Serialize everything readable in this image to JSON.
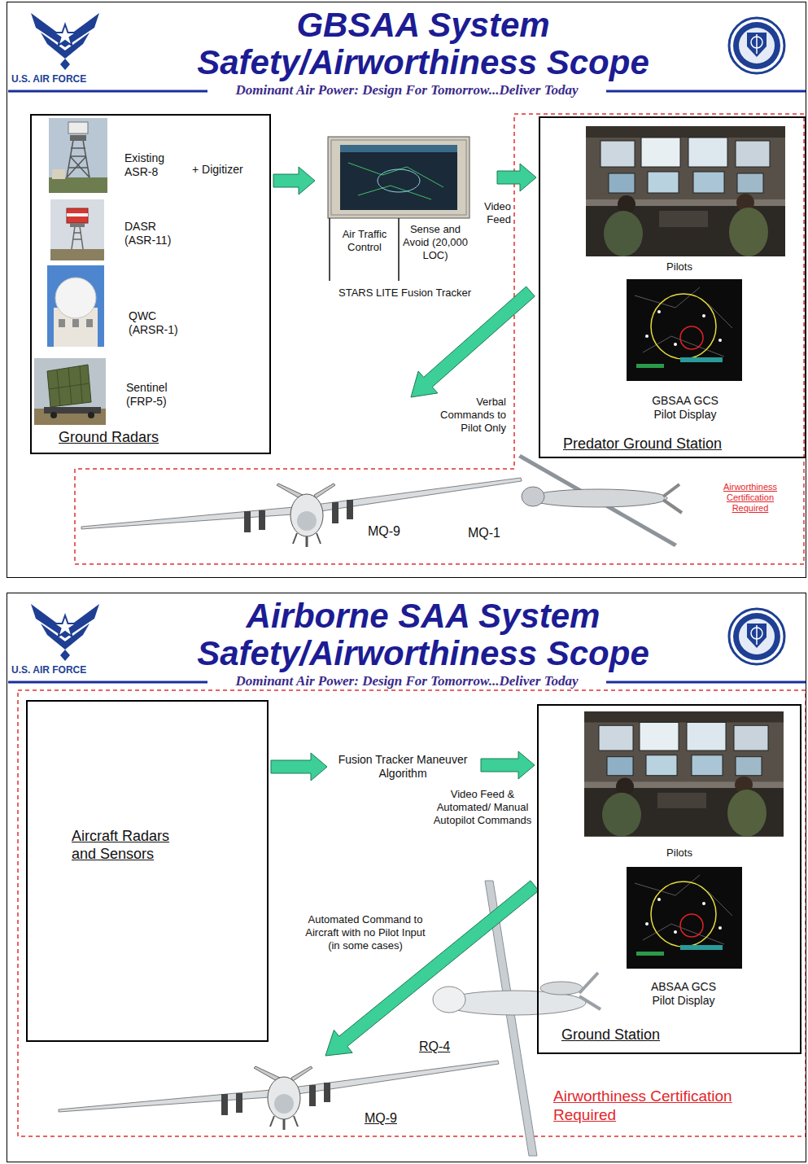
{
  "diagram": {
    "nodes": [
      {
        "text": [
          "GBSAA System Safety/Airworthiness Scope",
          "Dominant Air Power: Design For Tomorrow...Deliver Today"
        ]
      },
      {
        "text": [
          "Existing ASR-8",
          "+ Digitizer",
          "DASR (ASR-11)",
          "QWC (ARSR-1)",
          "Sentinel (FRP-5)",
          "Ground Radars"
        ],
        "in": 0
      },
      {
        "text": [
          "Air Traffic Control",
          "Sense and Avoid (20,000 LOC)",
          "STARS LITE Fusion Tracker"
        ],
        "in": 0
      },
      {
        "text": [
          "Pilots",
          "GBSAA GCS Pilot Display",
          "Predator Ground Station"
        ],
        "in": 0
      },
      {
        "text": [
          "Airborne SAA System Safety/Airworthiness Scope",
          "Dominant Air Power: Design For Tomorrow...Deliver Today"
        ]
      },
      {
        "text": [
          "Aircraft Radars and Sensors"
        ],
        "in": 4
      },
      {
        "text": [
          "Fusion Tracker Maneuver Algorithm"
        ],
        "in": 4
      },
      {
        "text": [
          "Pilots",
          "ABSAA GCS Pilot Display",
          "Ground Station"
        ],
        "in": 4
      },
      {
        "text": [
          "MQ-9"
        ],
        "in": 4
      }
    ],
    "edges": [
      {
        "from": 1,
        "to": 2,
        "arrow": "to"
      },
      {
        "from": 2,
        "to": 3,
        "label": "Video Feed",
        "arrow": "to"
      },
      {
        "from": 5,
        "to": 6,
        "arrow": "to"
      },
      {
        "from": 6,
        "to": 7,
        "label": "Video Feed & Automated/ Manual Autopilot Commands",
        "arrow": "to"
      },
      {
        "from": 7,
        "to": 8,
        "label": "Automated Command to Aircraft with no Pilot Input (in some cases)",
        "arrow": "to"
      }
    ],
    "labels": [
      "U.S. AIR FORCE",
      "Verbal Commands to Pilot Only",
      "MQ-9",
      "MQ-1",
      "Airworthiness Certification Required",
      "U.S. AIR FORCE",
      "RQ-4",
      "Airworthiness Certification Required"
    ]
  }
}
